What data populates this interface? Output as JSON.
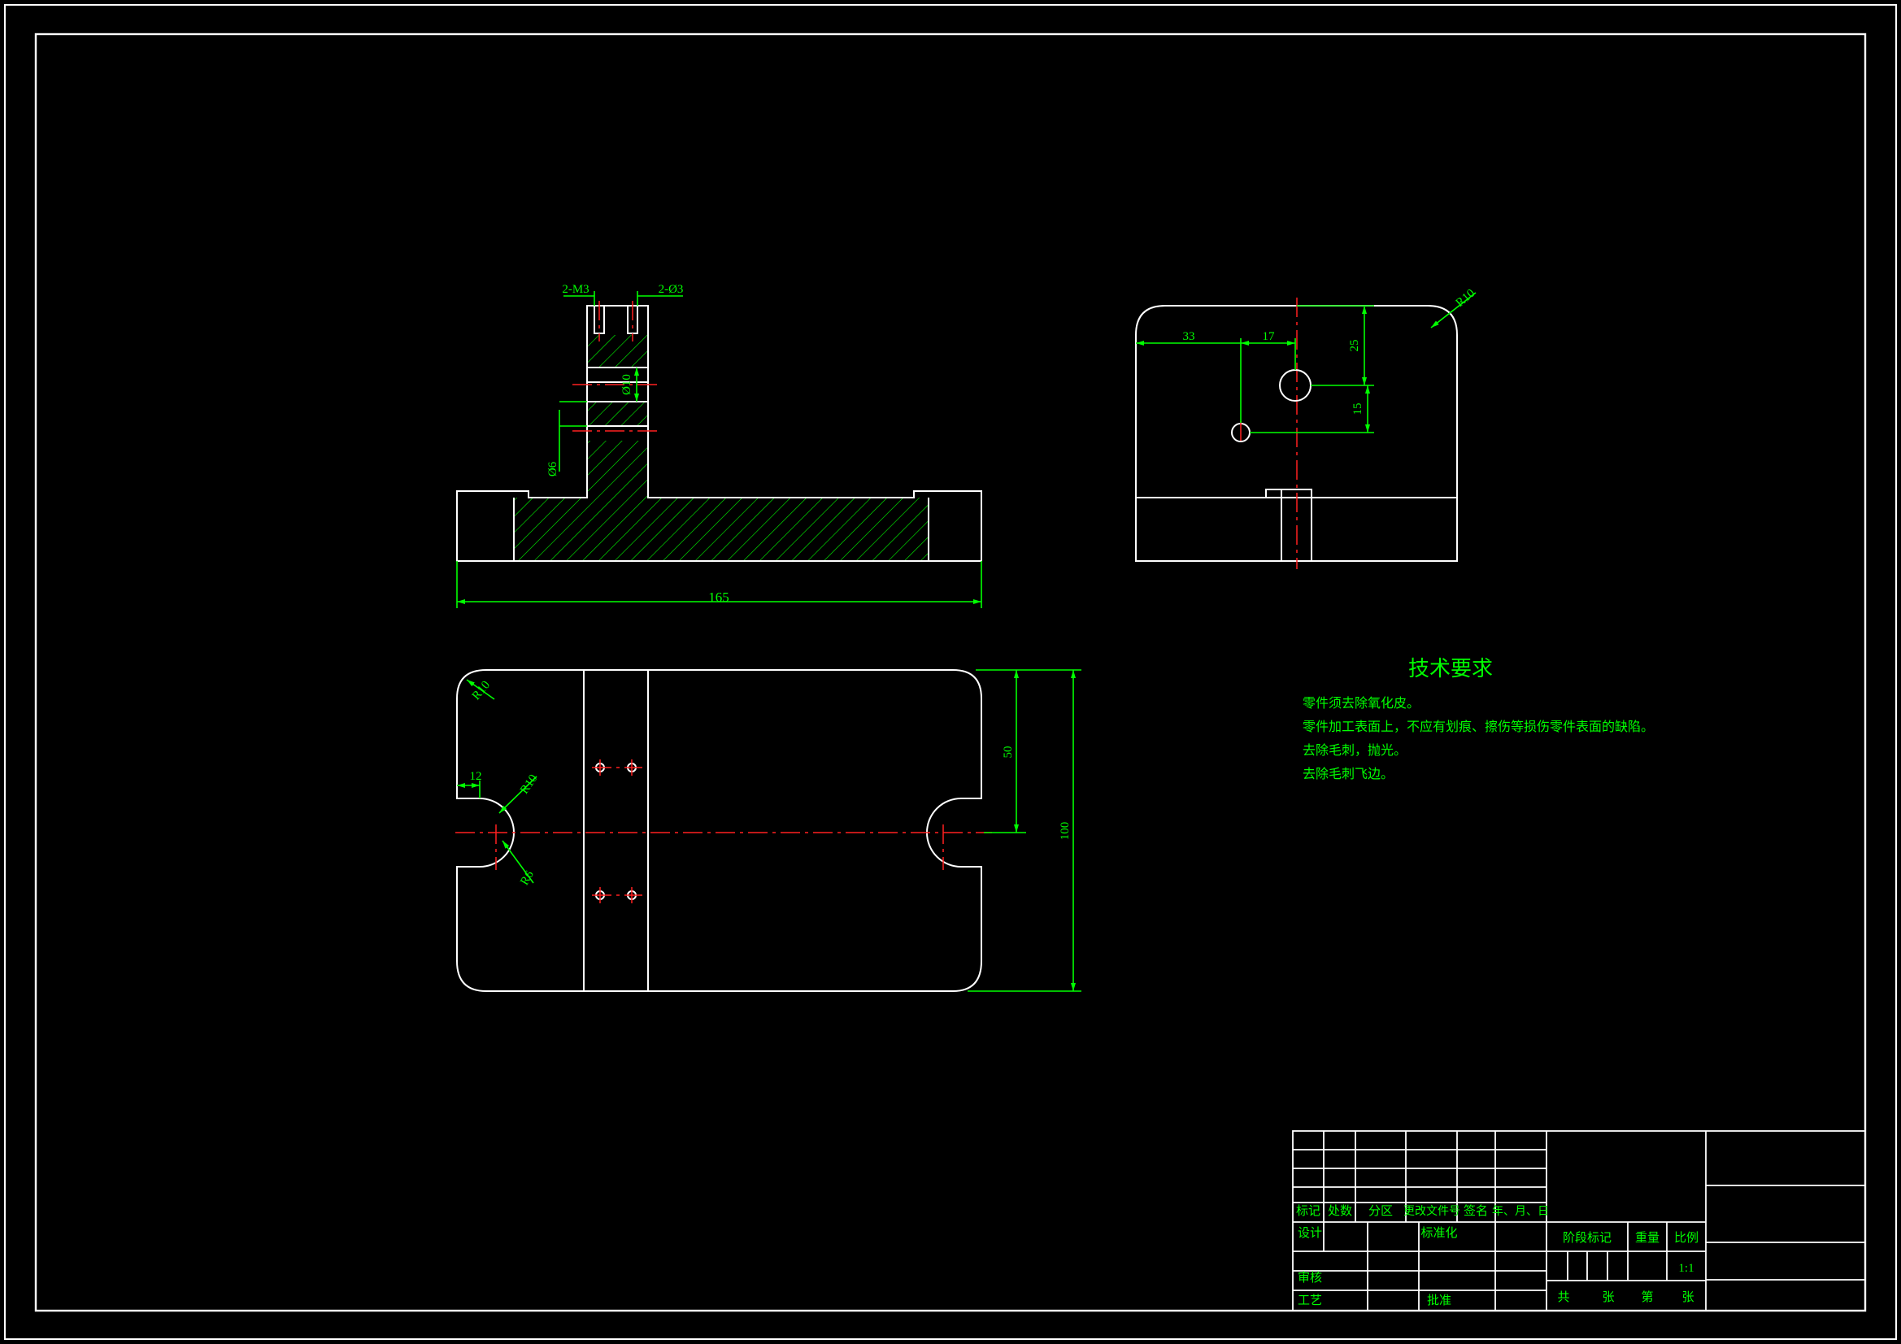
{
  "colors": {
    "background": "#000000",
    "geometry": "#ffffff",
    "annotation": "#00ff00",
    "centerline": "#ff2020"
  },
  "front_view": {
    "dim_width": "165",
    "dim_thread": "2-M3",
    "dim_hole": "2-Ø3",
    "dim_dia10": "Ø10",
    "dim_dia6": "Ø6"
  },
  "side_view": {
    "dim_33": "33",
    "dim_17": "17",
    "dim_25": "25",
    "dim_15": "15",
    "dim_r10": "R10"
  },
  "top_view": {
    "dim_r10_corner": "R10",
    "dim_12": "12",
    "dim_r10_slot": "R10",
    "dim_r6": "R6",
    "dim_50": "50",
    "dim_100": "100"
  },
  "tech_req": {
    "title": "技术要求",
    "items": [
      "零件须去除氧化皮。",
      "零件加工表面上，不应有划痕、擦伤等损伤零件表面的缺陷。",
      "去除毛刺，抛光。",
      "去除毛刺飞边。"
    ]
  },
  "title_block": {
    "col_mark": "标记",
    "col_count": "处数",
    "col_zone": "分区",
    "col_docno": "更改文件号",
    "col_sign": "签名",
    "col_date": "年、月、日",
    "design": "设计",
    "standardize": "标准化",
    "review": "审核",
    "process": "工艺",
    "approve": "批准",
    "stage_mark": "阶段标记",
    "weight": "重量",
    "scale": "比例",
    "scale_value": "1:1",
    "total": "共",
    "sheets1": "张",
    "sheet_no": "第",
    "sheets2": "张"
  }
}
